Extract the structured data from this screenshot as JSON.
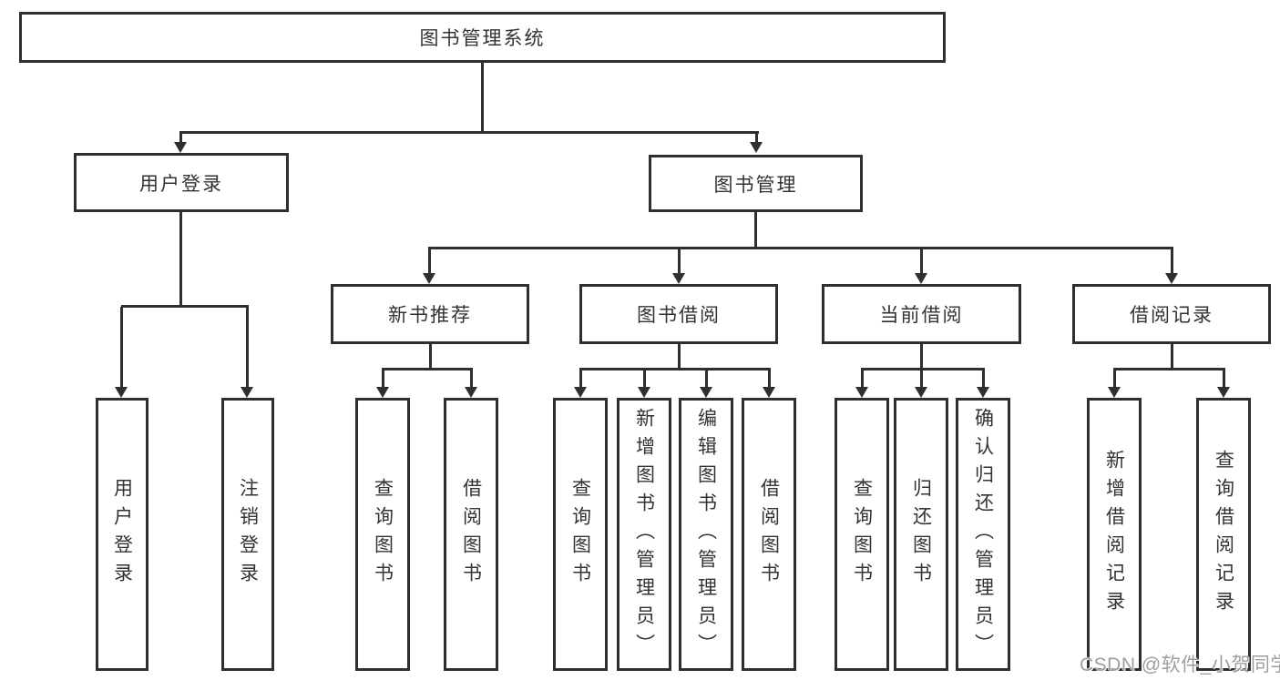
{
  "colors": {
    "line": "#2f2f2f",
    "text": "#333333",
    "wm": "#9e9e9e",
    "bg": "#ffffff"
  },
  "watermark": {
    "text": "CSDN @软件_小贺同学"
  },
  "tree": {
    "root": {
      "label": "图书管理系统"
    },
    "branches": [
      {
        "label": "用户登录",
        "children": [
          {
            "label": "用户登录"
          },
          {
            "label": "注销登录"
          }
        ]
      },
      {
        "label": "图书管理",
        "children": [
          {
            "label": "新书推荐",
            "children": [
              {
                "label": "查询图书"
              },
              {
                "label": "借阅图书"
              }
            ]
          },
          {
            "label": "图书借阅",
            "children": [
              {
                "label": "查询图书"
              },
              {
                "label": "新增图书（管理员）"
              },
              {
                "label": "编辑图书（管理员）"
              },
              {
                "label": "借阅图书"
              }
            ]
          },
          {
            "label": "当前借阅",
            "children": [
              {
                "label": "查询图书"
              },
              {
                "label": "归还图书"
              },
              {
                "label": "确认归还（管理员）"
              }
            ]
          },
          {
            "label": "借阅记录",
            "children": [
              {
                "label": "新增借阅记录"
              },
              {
                "label": "查询借阅记录"
              }
            ]
          }
        ]
      }
    ]
  }
}
